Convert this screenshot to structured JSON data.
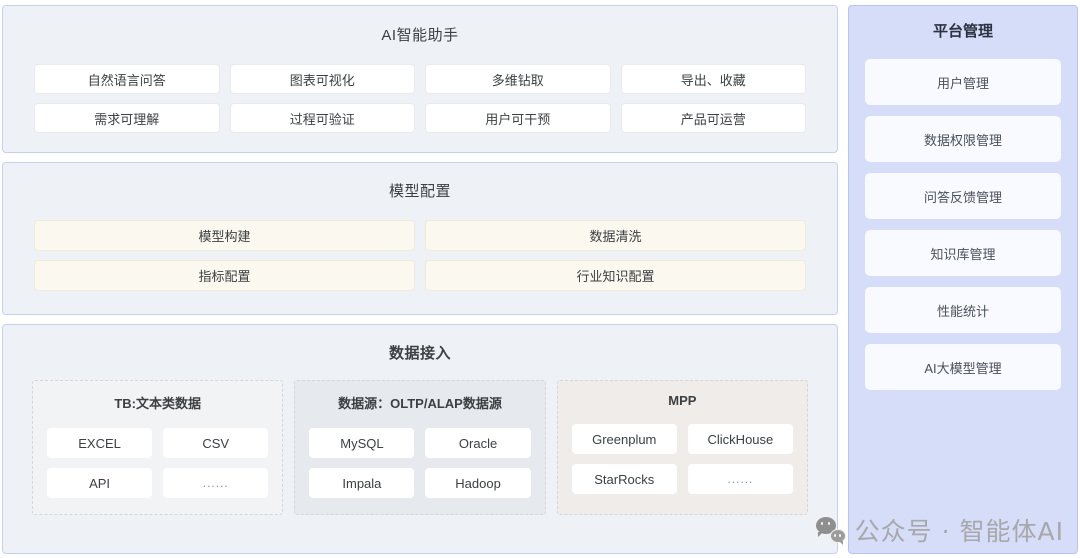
{
  "assistant_panel": {
    "title": "AI智能助手",
    "features": [
      "自然语言问答",
      "图表可视化",
      "多维钻取",
      "导出、收藏",
      "需求可理解",
      "过程可验证",
      "用户可干预",
      "产品可运营"
    ]
  },
  "model_panel": {
    "title": "模型配置",
    "items": [
      "模型构建",
      "数据清洗",
      "指标配置",
      "行业知识配置"
    ]
  },
  "data_panel": {
    "title": "数据接入",
    "groups": [
      {
        "title": "TB:文本类数据",
        "items": [
          "EXCEL",
          "CSV",
          "API",
          "......"
        ]
      },
      {
        "title": "数据源：OLTP/ALAP数据源",
        "items": [
          "MySQL",
          "Oracle",
          "Impala",
          "Hadoop"
        ]
      },
      {
        "title": "MPP",
        "items": [
          "Greenplum",
          "ClickHouse",
          "StarRocks",
          "......"
        ]
      }
    ]
  },
  "sidebar": {
    "title": "平台管理",
    "items": [
      "用户管理",
      "数据权限管理",
      "问答反馈管理",
      "知识库管理",
      "性能统计",
      "AI大模型管理"
    ]
  },
  "watermark": {
    "text": "公众号 · 智能体AI",
    "icon": "wechat-icon"
  },
  "colors": {
    "panel_bg": "#eef2f7",
    "panel_border": "#c7d0f0",
    "chip_bg": "#ffffff",
    "cream_chip_bg": "#fbf8ef",
    "group_tb_bg": "#f2f3f5",
    "group_ds_bg": "#e6e9ed",
    "group_mpp_bg": "#f0ecea",
    "sidebar_bg": "#d5ddf8",
    "sidebar_item_bg": "#f8faff",
    "text": "#3c4043"
  }
}
